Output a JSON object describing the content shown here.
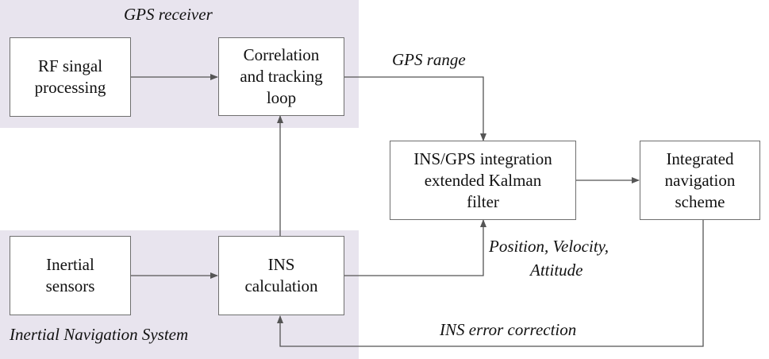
{
  "groups": {
    "gps": {
      "label": "GPS receiver"
    },
    "ins": {
      "label": "Inertial Navigation System"
    }
  },
  "boxes": {
    "rf": {
      "label": "RF singal\nprocessing"
    },
    "corr": {
      "label": "Correlation\nand tracking\nloop"
    },
    "inertial": {
      "label": "Inertial\nsensors"
    },
    "ins_calc": {
      "label": "INS\ncalculation"
    },
    "ekf": {
      "label": "INS/GPS integration\nextended Kalman\nfilter"
    },
    "scheme": {
      "label": "Integrated\nnavigation\nscheme"
    }
  },
  "edge_labels": {
    "gps_range": "GPS range",
    "pva_line1": "Position, Velocity,",
    "pva_line2": "Attitude",
    "correction": "INS error correction"
  },
  "colors": {
    "group_fill": "#e8e4ee",
    "box_border": "#6f6f6f",
    "line": "#555555"
  }
}
